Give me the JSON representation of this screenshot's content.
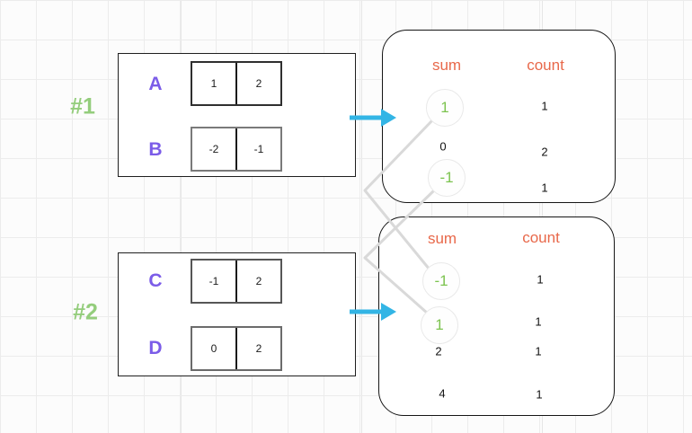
{
  "groups": [
    {
      "label": "#1",
      "arrays": [
        {
          "name": "A",
          "cells": [
            "1",
            "2"
          ]
        },
        {
          "name": "B",
          "cells": [
            "-2",
            "-1"
          ]
        }
      ]
    },
    {
      "label": "#2",
      "arrays": [
        {
          "name": "C",
          "cells": [
            "-1",
            "2"
          ]
        },
        {
          "name": "D",
          "cells": [
            "0",
            "2"
          ]
        }
      ]
    }
  ],
  "maps": [
    {
      "headers": {
        "sum": "sum",
        "count": "count"
      },
      "rows": [
        {
          "sum": "1",
          "count": "1",
          "highlighted": true
        },
        {
          "sum": "0",
          "count": "2",
          "highlighted": false
        },
        {
          "sum": "-1",
          "count": "1",
          "highlighted": true
        }
      ]
    },
    {
      "headers": {
        "sum": "sum",
        "count": "count"
      },
      "rows": [
        {
          "sum": "-1",
          "count": "1",
          "highlighted": true
        },
        {
          "sum": "1",
          "count": "1",
          "highlighted": true
        },
        {
          "sum": "2",
          "count": "1",
          "highlighted": false
        },
        {
          "sum": "4",
          "count": "1",
          "highlighted": false
        }
      ]
    }
  ],
  "colors": {
    "group_label": "#94cd7c",
    "array_letter": "#7b5ce8",
    "header": "#e8684a",
    "highlight_value": "#7cc34f",
    "arrow": "#33b5e5",
    "connector": "#d9d9d9"
  }
}
